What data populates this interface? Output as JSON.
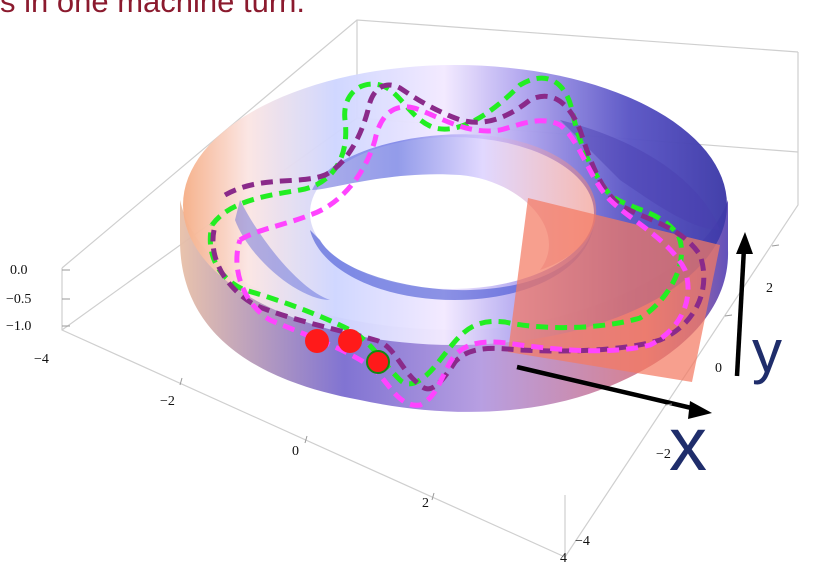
{
  "caption": "s in one machine turn.",
  "colors": {
    "caption": "#8b1a2e",
    "axis_letter": "#1f2d6b",
    "torus_light": "#f4f0ff",
    "torus_blue": "#5a58c8",
    "torus_deep": "#3e3aa8",
    "torus_warm": "#f4a08a",
    "section_plane": "#f47a63",
    "path_green": "#22ee22",
    "path_purple": "#8a2a8a",
    "path_magenta": "#ff44ff",
    "marker": "#ff1a1a",
    "frame": "#cfcfcf"
  },
  "vertical_axis": {
    "ticks": [
      "0.0",
      "−0.5",
      "−1.0"
    ]
  },
  "x_axis": {
    "ticks": [
      "−4",
      "−2",
      "0",
      "2",
      "4"
    ]
  },
  "y_axis": {
    "ticks": [
      "−4",
      "−2",
      "0",
      "2"
    ]
  },
  "arrows": {
    "x_label": "x",
    "y_label": "y"
  }
}
